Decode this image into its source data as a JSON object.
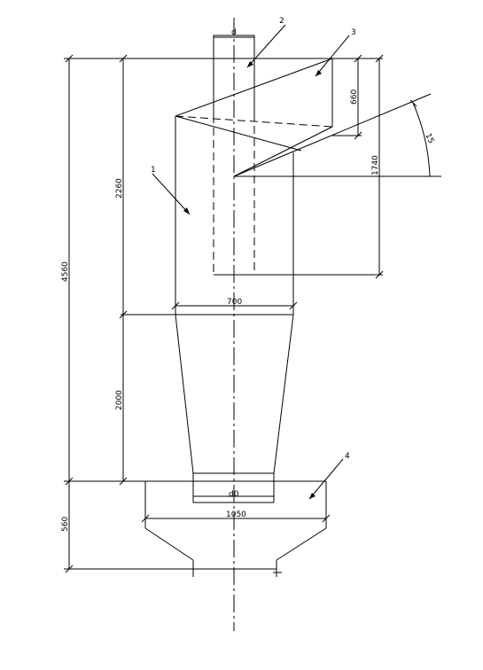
{
  "dimensions": {
    "d": "d",
    "d0": "d0",
    "d700": "700",
    "d1050": "1050",
    "d4560": "4560",
    "d2260": "2260",
    "d2000": "2000",
    "d560": "560",
    "d660": "660",
    "d1740": "1740",
    "angle15": "15"
  },
  "callouts": {
    "c1": "1",
    "c2": "2",
    "c3": "3",
    "c4": "4"
  }
}
